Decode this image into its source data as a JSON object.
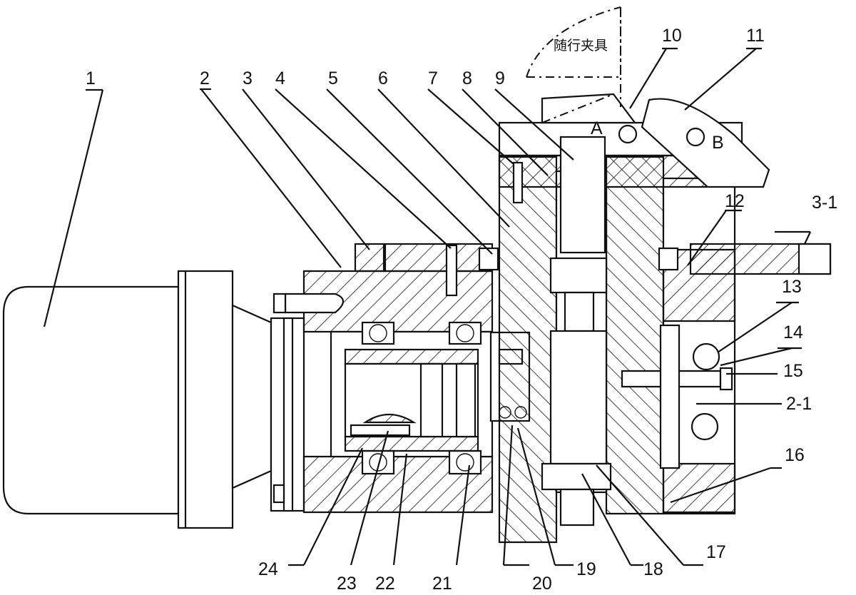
{
  "fixture_label": "随行夹具",
  "point_labels": {
    "a": "A",
    "b": "B"
  },
  "callouts": [
    "1",
    "2",
    "3",
    "4",
    "5",
    "6",
    "7",
    "8",
    "9",
    "10",
    "11",
    "3-1",
    "12",
    "13",
    "14",
    "15",
    "2-1",
    "16",
    "17",
    "18",
    "19",
    "20",
    "21",
    "22",
    "23",
    "24"
  ]
}
